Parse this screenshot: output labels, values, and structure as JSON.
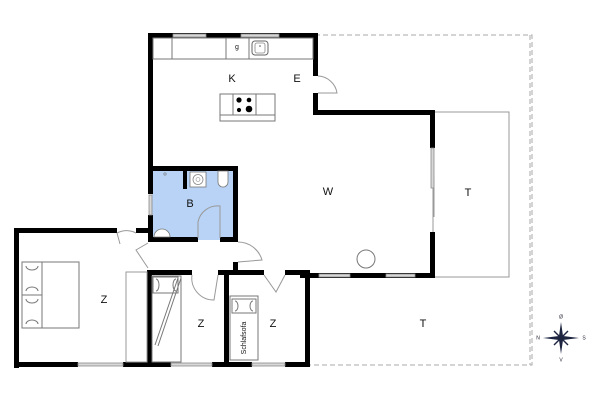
{
  "floorplan": {
    "rooms": {
      "kitchen": {
        "label": "K"
      },
      "entrance": {
        "label": "E"
      },
      "fridge": {
        "label": "g"
      },
      "living": {
        "label": "W"
      },
      "bath": {
        "label": "B"
      },
      "bedroom_master": {
        "label": "Z"
      },
      "bedroom_middle": {
        "label": "Z"
      },
      "bedroom_small": {
        "label": "Z"
      },
      "terrace_east": {
        "label": "T"
      },
      "terrace_south": {
        "label": "T"
      }
    },
    "furniture": {
      "sofa_bed": {
        "label": "Schlafsofa"
      }
    },
    "compass": {
      "top": "Ø",
      "left": "N",
      "right": "S",
      "bottom": "V"
    },
    "colors": {
      "wall": "#000000",
      "bathroom_fill": "#b8d3f5",
      "window": "#d8d8d8",
      "terrace_dash": "#aaaaaa"
    }
  }
}
